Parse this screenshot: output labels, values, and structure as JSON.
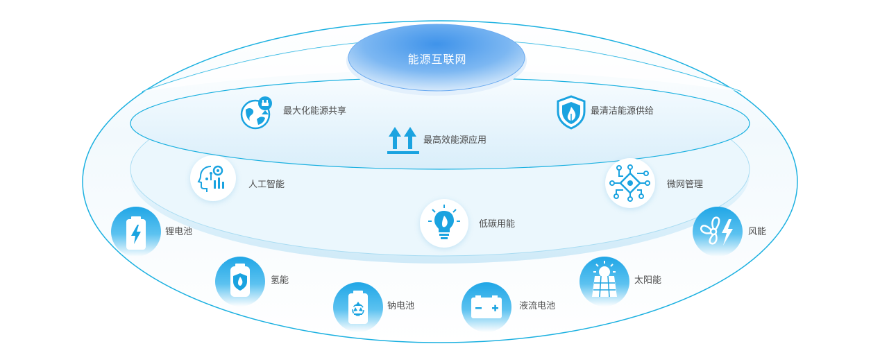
{
  "hub": {
    "title": "能源互联网"
  },
  "goals": {
    "sharing": "最大化能源共享",
    "efficiency": "最高效能源应用",
    "clean": "最清洁能源供给"
  },
  "tech": {
    "ai": "人工智能",
    "low_carbon": "低碳用能",
    "microgrid": "微网管理"
  },
  "sources": {
    "lithium": "锂电池",
    "hydrogen": "氢能",
    "sodium": "钠电池",
    "flow": "液流电池",
    "solar": "太阳能",
    "wind": "风能"
  },
  "colors": {
    "primary": "#1aa3e0",
    "hub": "#5ea6ee",
    "ring": "#1ab0e0",
    "band": "#dff1fb"
  }
}
